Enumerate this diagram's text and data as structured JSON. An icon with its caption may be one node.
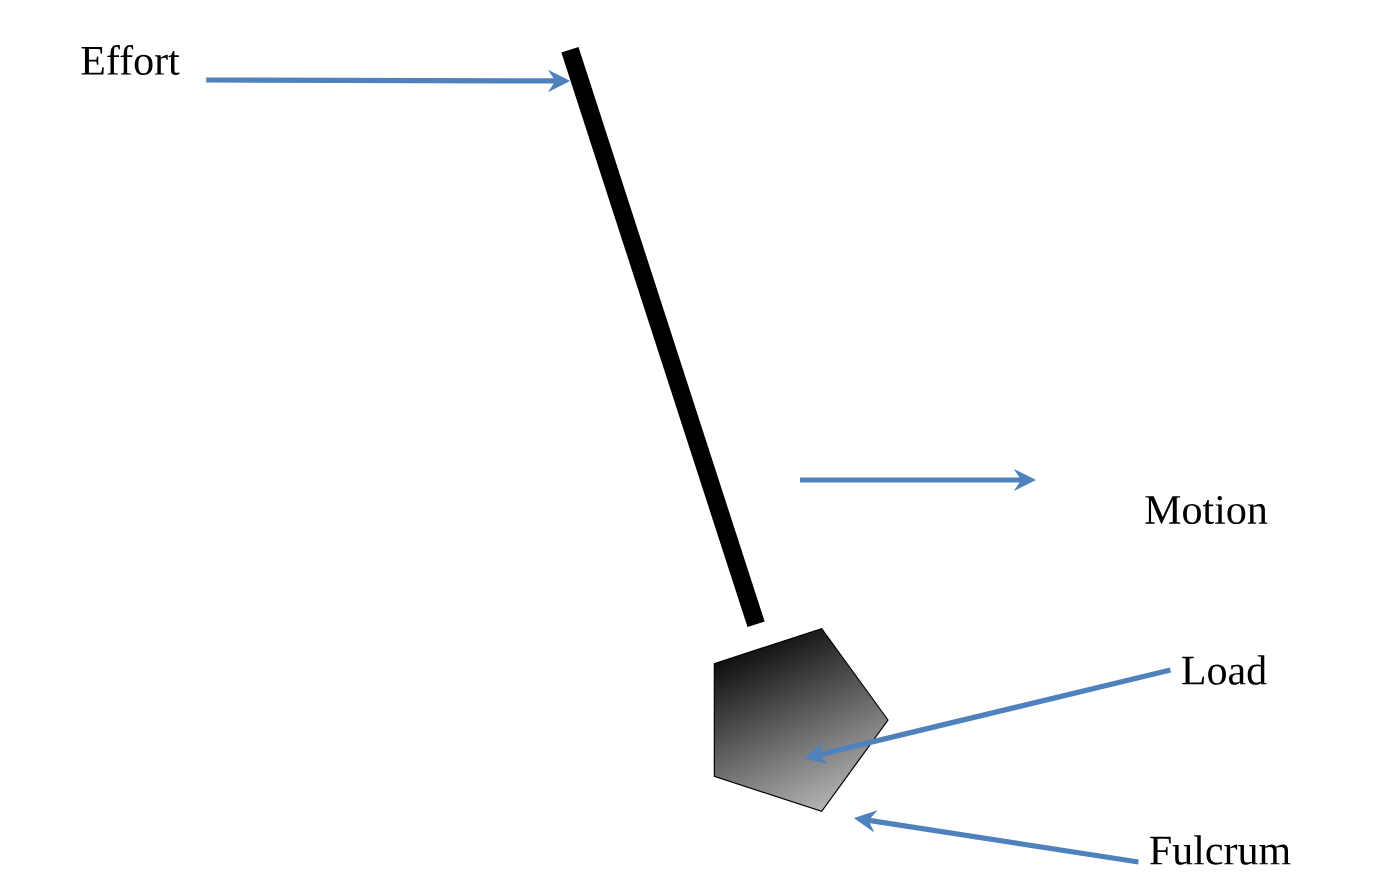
{
  "diagram": {
    "nodes": [
      {
        "text": [
          "Effort"
        ]
      },
      {
        "text": [],
        "shape": "bar"
      },
      {
        "text": [
          "Load"
        ]
      },
      {
        "text": [],
        "shape": "pentagon"
      },
      {
        "text": [
          "Fulcrum"
        ]
      }
    ],
    "edges": [
      {
        "from": 0,
        "to": 1,
        "arrow": "to"
      },
      {
        "from": 2,
        "to": 3,
        "arrow": "to"
      },
      {
        "from": 4,
        "to": 3,
        "arrow": "to"
      }
    ],
    "labels": [
      "Motion"
    ]
  }
}
